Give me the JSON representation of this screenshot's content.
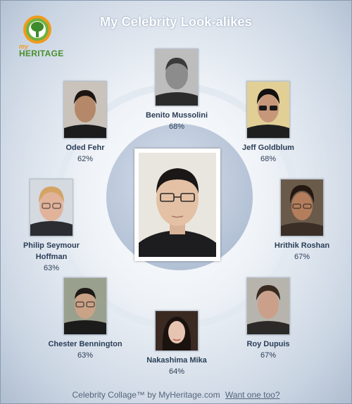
{
  "title": "My Celebrity Look-alikes",
  "logo": {
    "prefix": "my",
    "name": "HERITAGE"
  },
  "center": {
    "icon": "user-photo"
  },
  "celebrities": [
    {
      "name": "Benito Mussolini",
      "percent": "68%"
    },
    {
      "name": "Oded Fehr",
      "percent": "62%"
    },
    {
      "name": "Jeff Goldblum",
      "percent": "68%"
    },
    {
      "name": "Philip Seymour Hoffman",
      "percent": "63%"
    },
    {
      "name": "Hrithik Roshan",
      "percent": "67%"
    },
    {
      "name": "Chester Bennington",
      "percent": "63%"
    },
    {
      "name": "Roy Dupuis",
      "percent": "67%"
    },
    {
      "name": "Nakashima Mika",
      "percent": "64%"
    }
  ],
  "footer": {
    "text": "Celebrity Collage™ by MyHeritage.com",
    "link": "Want one too?"
  },
  "colors": {
    "accent": "#4a8f2d",
    "text": "#2b3e57",
    "logo_orange": "#f19a1f"
  }
}
